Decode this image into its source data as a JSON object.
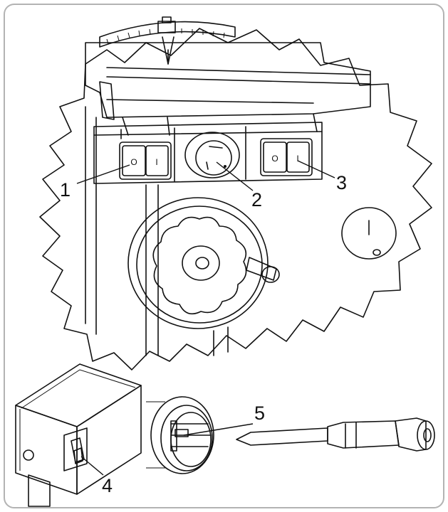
{
  "callouts": [
    {
      "id": "1",
      "label": "1"
    },
    {
      "id": "2",
      "label": "2"
    },
    {
      "id": "3",
      "label": "3"
    },
    {
      "id": "4",
      "label": "4"
    },
    {
      "id": "5",
      "label": "5"
    }
  ],
  "switch_symbols": {
    "on_mark": "I",
    "off_mark": "O"
  },
  "colors": {
    "frame_border": "#b3b3b3",
    "line": "#111111",
    "fill_light": "#ececec",
    "fill_mid": "#d6d6d6",
    "fill_dark": "#9a9a9a"
  }
}
